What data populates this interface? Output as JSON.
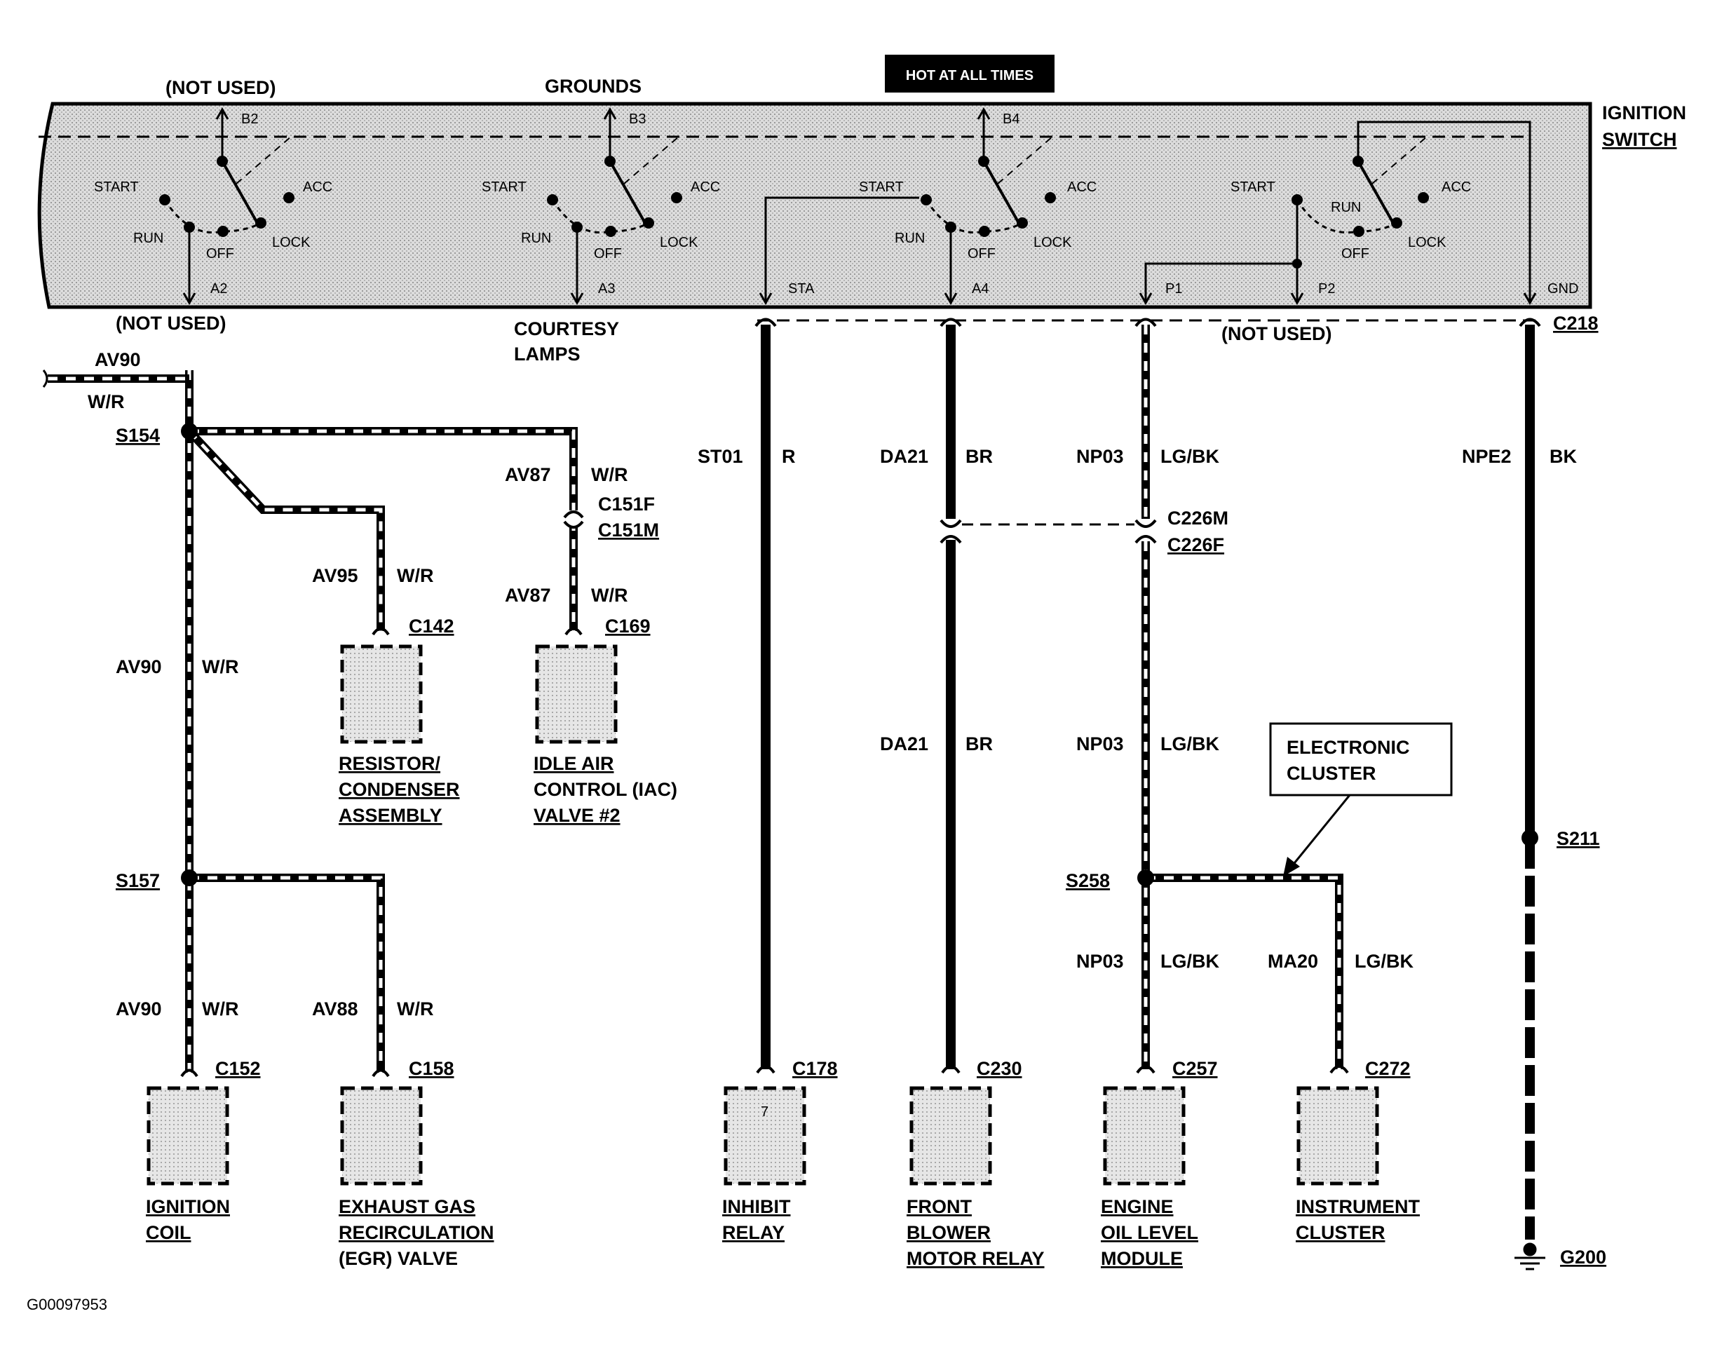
{
  "header": {
    "hot_at_all_times": "HOT AT ALL TIMES"
  },
  "ignition_switch": {
    "title_line1": "IGNITION",
    "title_line2": "SWITCH",
    "positions": {
      "start": "START",
      "run": "RUN",
      "off": "OFF",
      "lock": "LOCK",
      "acc": "ACC"
    },
    "circuits": [
      {
        "top_terminal": "B2",
        "top_label": "(NOT USED)",
        "bottom_terminal": "A2",
        "bottom_label": "(NOT USED)"
      },
      {
        "top_terminal": "B3",
        "top_label": "GROUNDS",
        "bottom_terminal": "A3",
        "bottom_label_line1": "COURTESY",
        "bottom_label_line2": "LAMPS"
      },
      {
        "top_terminal": "B4",
        "bottom_terminal": "A4",
        "sta_terminal": "STA"
      },
      {
        "p1_terminal": "P1",
        "p2_terminal": "P2",
        "gnd_terminal": "GND",
        "not_used": "(NOT USED)"
      }
    ]
  },
  "connectors": {
    "c218": "C218",
    "c151f": "C151F",
    "c151m": "C151M",
    "c226m": "C226M",
    "c226f": "C226F",
    "c142": "C142",
    "c169": "C169",
    "c152": "C152",
    "c158": "C158",
    "c178": "C178",
    "c230": "C230",
    "c257": "C257",
    "c272": "C272",
    "c178_pin": "7"
  },
  "splices": {
    "s154": "S154",
    "s157": "S157",
    "s258": "S258",
    "s211": "S211",
    "g200": "G200"
  },
  "wires": {
    "av90": "AV90",
    "av87": "AV87",
    "av95": "AV95",
    "av88": "AV88",
    "st01": "ST01",
    "da21": "DA21",
    "np03": "NP03",
    "npe2": "NPE2",
    "ma20": "MA20",
    "wr": "W/R",
    "r": "R",
    "br": "BR",
    "lgbk": "LG/BK",
    "bk": "BK"
  },
  "components": {
    "resistor": [
      "RESISTOR/",
      "CONDENSER",
      "ASSEMBLY"
    ],
    "iac": [
      "IDLE AIR",
      "CONTROL (IAC)",
      "VALVE #2"
    ],
    "ignition_coil": [
      "IGNITION",
      "COIL"
    ],
    "egr": [
      "EXHAUST GAS",
      "RECIRCULATION",
      "(EGR) VALVE"
    ],
    "inhibit": [
      "INHIBIT",
      "RELAY"
    ],
    "blower": [
      "FRONT",
      "BLOWER",
      "MOTOR RELAY"
    ],
    "oil": [
      "ENGINE",
      "OIL LEVEL",
      "MODULE"
    ],
    "instrument": [
      "INSTRUMENT",
      "CLUSTER"
    ]
  },
  "callout": {
    "line1": "ELECTRONIC",
    "line2": "CLUSTER"
  },
  "footer": {
    "code": "G00097953"
  }
}
